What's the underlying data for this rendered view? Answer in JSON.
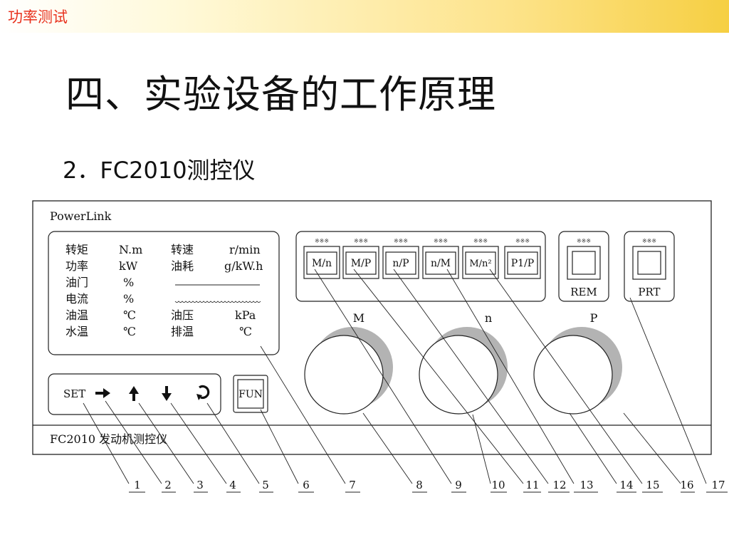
{
  "header": {
    "section_tag": "功率测试"
  },
  "slide": {
    "title": "四、实验设备的工作原理",
    "subtitle": "2．FC2010测控仪"
  },
  "panel": {
    "brand": "PowerLink",
    "footer_label": "FC2010 发动机测控仪",
    "display": {
      "rows": [
        [
          "转矩",
          "N.m",
          "转速",
          "r/min"
        ],
        [
          "功率",
          "kW",
          "油耗",
          "g/kW.h"
        ],
        [
          "油门",
          "%",
          "",
          ""
        ],
        [
          "电流",
          "%",
          "",
          ""
        ],
        [
          "油温",
          "℃",
          "油压",
          "kPa"
        ],
        [
          "水温",
          "℃",
          "排温",
          "℃"
        ]
      ]
    },
    "keypad": {
      "set_label": "SET",
      "fun_label": "FUN"
    },
    "mode_buttons": [
      "M/n",
      "M/P",
      "n/P",
      "n/M",
      "M/n²",
      "P1/P"
    ],
    "rem_label": "REM",
    "prt_label": "PRT",
    "knobs": [
      "M",
      "n",
      "P"
    ]
  },
  "callouts": [
    "1",
    "2",
    "3",
    "4",
    "5",
    "6",
    "7",
    "8",
    "9",
    "10",
    "11",
    "12",
    "13",
    "14",
    "15",
    "16",
    "17"
  ]
}
